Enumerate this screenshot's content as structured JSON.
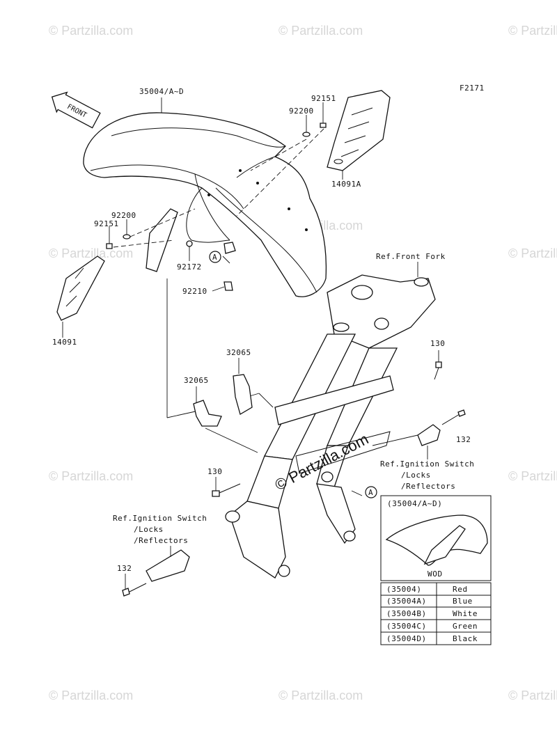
{
  "figure_code": "F2171",
  "front_arrow": "FRONT",
  "watermark": "© Partzilla.com",
  "labels": {
    "fender_front": "35004/A~D",
    "bolt_92151_top": "92151",
    "washer_92200_top": "92200",
    "cover_14091A": "14091A",
    "washer_92200_left": "92200",
    "bolt_92151_left": "92151",
    "nut_92172": "92172",
    "clip_92210": "92210",
    "cover_14091": "14091",
    "ref_front_fork": "Ref.Front Fork",
    "bolt_130_right": "130",
    "bracket_32065_a": "32065",
    "bracket_32065_b": "32065",
    "bolt_132_right": "132",
    "ref_ignition_right_1": "Ref.Ignition Switch",
    "ref_ignition_right_2": "/Locks",
    "ref_ignition_right_3": "/Reflectors",
    "bolt_130_left": "130",
    "ref_ignition_left_1": "Ref.Ignition Switch",
    "ref_ignition_left_2": "/Locks",
    "ref_ignition_left_3": "/Reflectors",
    "bolt_132_left": "132",
    "callout_a": "A"
  },
  "inset": {
    "title": "(35004/A~D)",
    "caption": "WOD"
  },
  "color_table": [
    {
      "code": "(35004)",
      "color": "Red"
    },
    {
      "code": "(35004A)",
      "color": "Blue"
    },
    {
      "code": "(35004B)",
      "color": "White"
    },
    {
      "code": "(35004C)",
      "color": "Green"
    },
    {
      "code": "(35004D)",
      "color": "Black"
    }
  ],
  "center_watermark": "© Partzilla.com"
}
